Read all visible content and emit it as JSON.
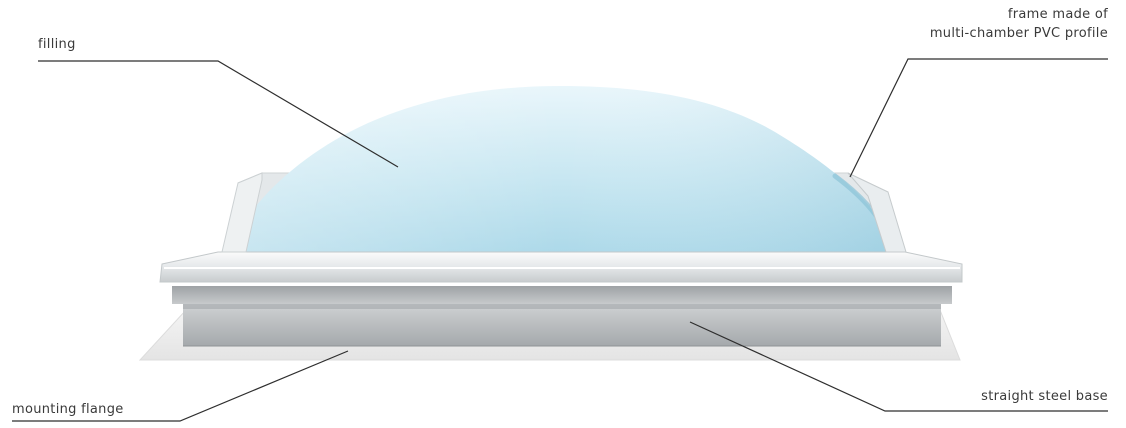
{
  "labels": {
    "filling": "filling",
    "frame_line1": "frame made of",
    "frame_line2": "multi-chamber PVC profile",
    "mounting_flange": "mounting flange",
    "steel_base": "straight steel base"
  },
  "colors": {
    "dome_light": "#e6f4fa",
    "dome_mid": "#bfe2ef",
    "dome_dark": "#9fd0e3",
    "frame": "#e9ecee",
    "frame_shadow": "#b9bec2",
    "base": "#c3c6c8",
    "base_dark": "#9a9ea1",
    "flange": "#eeeeee",
    "leader_line": "#2e2e2e",
    "text": "#3a3a3a"
  }
}
